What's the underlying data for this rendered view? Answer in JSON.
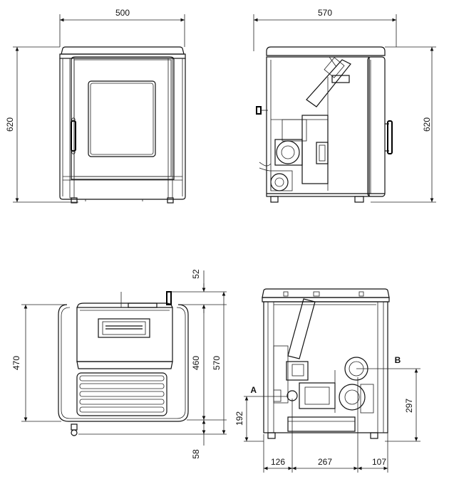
{
  "views": {
    "front": {
      "width_label": "500",
      "height_label": "620"
    },
    "side": {
      "depth_label": "570",
      "height_label": "620"
    },
    "top": {
      "dim_52": "52",
      "dim_460": "460",
      "dim_570": "570",
      "dim_470": "470",
      "dim_58": "58"
    },
    "rear": {
      "dim_192": "192",
      "dim_297": "297",
      "dim_126": "126",
      "dim_267": "267",
      "dim_107": "107",
      "label_a": "A",
      "label_b": "B"
    }
  }
}
